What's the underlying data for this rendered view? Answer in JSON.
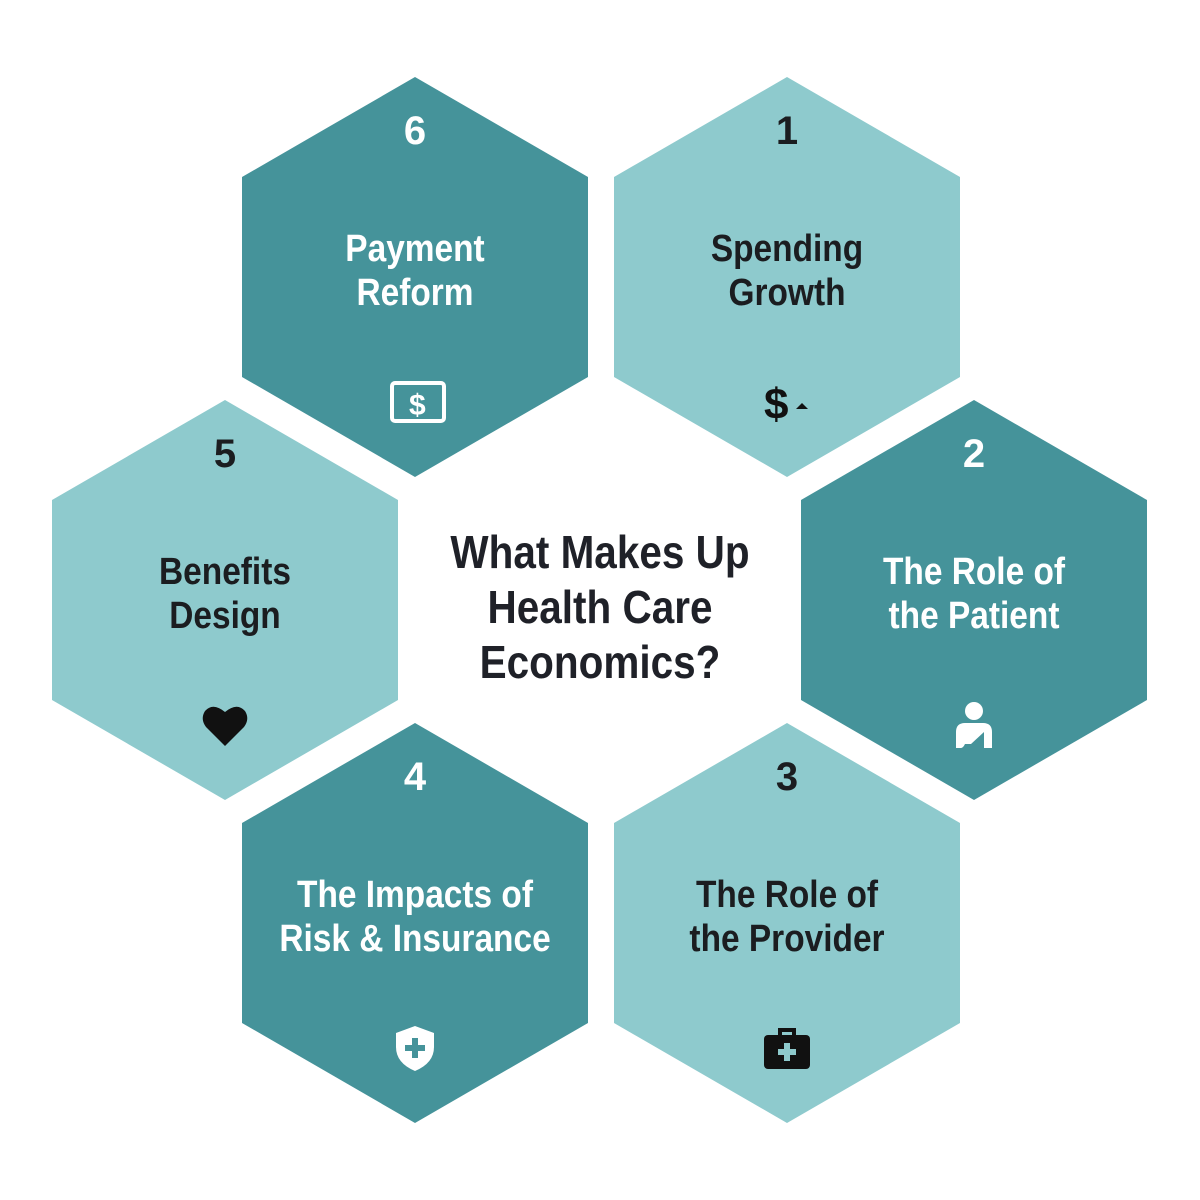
{
  "center_title_lines": [
    "What Makes Up",
    "Health Care",
    "Economics?"
  ],
  "colors": {
    "dark": "#45939A",
    "light": "#8ECACD"
  },
  "items": [
    {
      "number": "1",
      "title_lines": [
        "Spending",
        "Growth"
      ],
      "icon": "dollar-up-icon",
      "tone": "light"
    },
    {
      "number": "2",
      "title_lines": [
        "The Role of",
        "the Patient"
      ],
      "icon": "patient-icon",
      "tone": "dark"
    },
    {
      "number": "3",
      "title_lines": [
        "The Role of",
        "the Provider"
      ],
      "icon": "medical-kit-icon",
      "tone": "light"
    },
    {
      "number": "4",
      "title_lines": [
        "The Impacts of",
        "Risk & Insurance"
      ],
      "icon": "shield-plus-icon",
      "tone": "dark"
    },
    {
      "number": "5",
      "title_lines": [
        "Benefits",
        "Design"
      ],
      "icon": "heart-icon",
      "tone": "light"
    },
    {
      "number": "6",
      "title_lines": [
        "Payment",
        "Reform"
      ],
      "icon": "dollar-bill-icon",
      "tone": "dark"
    }
  ]
}
